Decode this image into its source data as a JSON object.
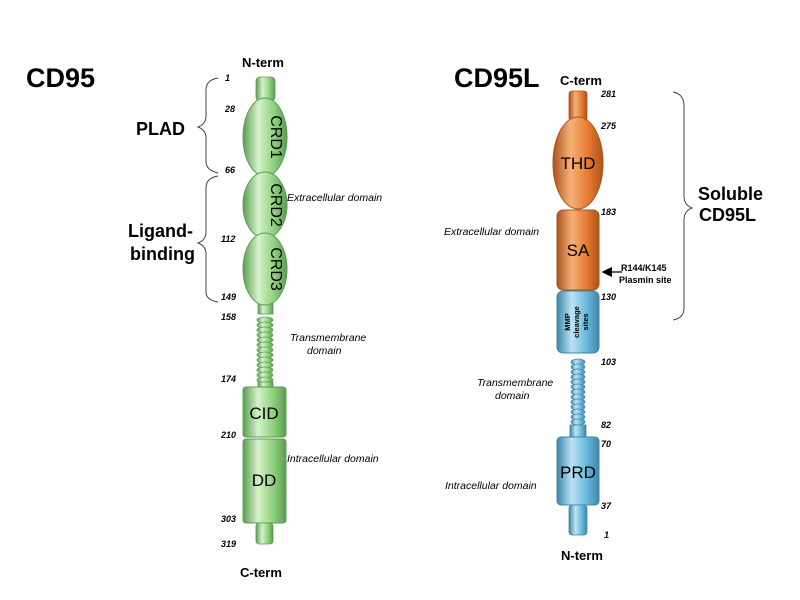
{
  "colors": {
    "green_light": "#d6f2cc",
    "green": "#8fd27e",
    "green_dark": "#5c9c52",
    "orange_light": "#f7b079",
    "orange": "#e77b31",
    "orange_dark": "#a9541c",
    "blue_light": "#bde3f4",
    "blue": "#6ab9de",
    "blue_dark": "#3f86a6"
  },
  "cd95": {
    "title": "CD95",
    "n_term": "N-term",
    "c_term": "C-term",
    "groups": {
      "plad": "PLAD",
      "ligand_line1": "Ligand-",
      "ligand_line2": "binding"
    },
    "segments": {
      "crd1": "CRD1",
      "crd2": "CRD2",
      "crd3": "CRD3",
      "cid": "CID",
      "dd": "DD"
    },
    "residues": {
      "r1": "1",
      "r28": "28",
      "r66": "66",
      "r112": "112",
      "r149": "149",
      "r158": "158",
      "r174": "174",
      "r210": "210",
      "r303": "303",
      "r319": "319"
    },
    "domains": {
      "extracellular": "Extracellular domain",
      "tm_line1": "Transmembrane",
      "tm_line2": "domain",
      "intracellular": "Intracellular domain"
    }
  },
  "cd95l": {
    "title": "CD95L",
    "c_term": "C-term",
    "n_term": "N-term",
    "soluble_line1": "Soluble",
    "soluble_line2": "CD95L",
    "segments": {
      "thd": "THD",
      "sa": "SA",
      "prd": "PRD",
      "mmp_line1": "MMP",
      "mmp_line2": "cleavage",
      "mmp_line3": "sites"
    },
    "residues": {
      "r281": "281",
      "r275": "275",
      "r183": "183",
      "r130": "130",
      "r103": "103",
      "r82": "82",
      "r70": "70",
      "r37": "37",
      "r1": "1"
    },
    "plasmin_line1": "R144/K145",
    "plasmin_line2": "Plasmin site",
    "domains": {
      "extracellular": "Extracellular domain",
      "tm_line1": "Transmembrane",
      "tm_line2": "domain",
      "intracellular": "Intracellular domain"
    }
  }
}
